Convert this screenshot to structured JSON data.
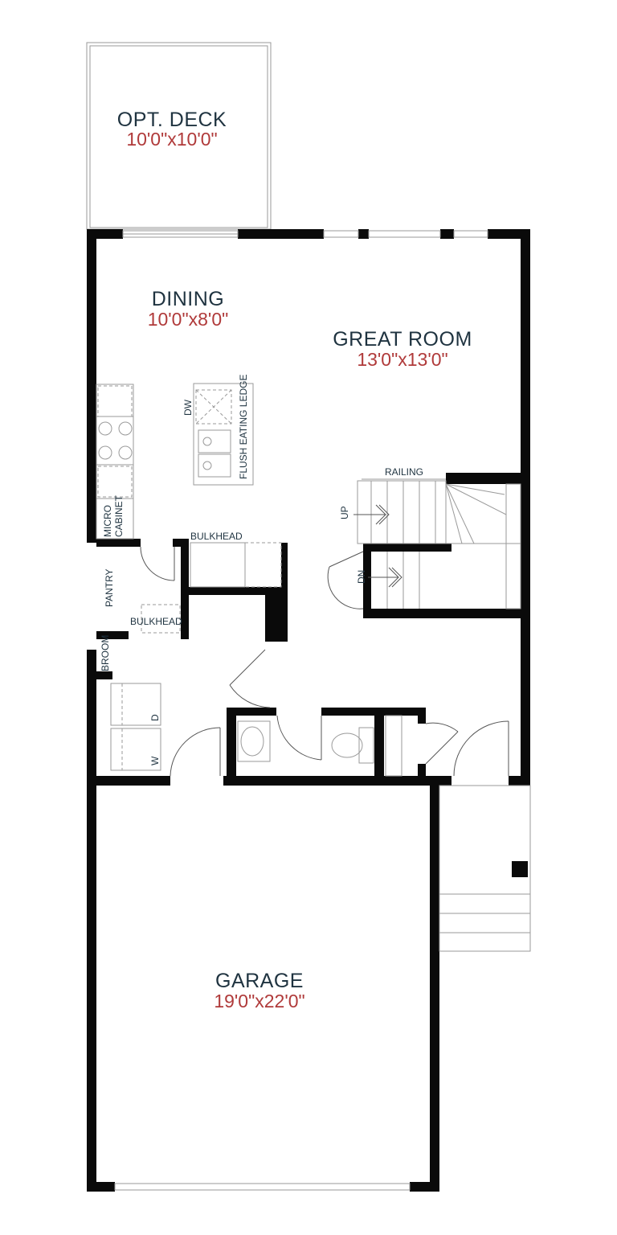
{
  "rooms": {
    "deck": {
      "name": "OPT. DECK",
      "dim": "10'0\"x10'0\""
    },
    "dining": {
      "name": "DINING",
      "dim": "10'0\"x8'0\""
    },
    "great_room": {
      "name": "GREAT ROOM",
      "dim": "13'0\"x13'0\""
    },
    "garage": {
      "name": "GARAGE",
      "dim": "19'0\"x22'0\""
    }
  },
  "labels": {
    "dw": "DW",
    "flush_ledge": "FLUSH EATING LEDGE",
    "micro": "MICRO",
    "cabinet": "CABINET",
    "bulkhead_top": "BULKHEAD",
    "bulkhead_bottom": "BULKHEAD",
    "pantry": "PANTRY",
    "broom": "BROOM",
    "railing": "RAILING",
    "up": "UP",
    "dn": "DN",
    "dryer": "D",
    "washer": "W"
  },
  "colors": {
    "wall": "#0a0a0a",
    "room_name": "#1f3340",
    "dimension": "#b03a3a"
  }
}
